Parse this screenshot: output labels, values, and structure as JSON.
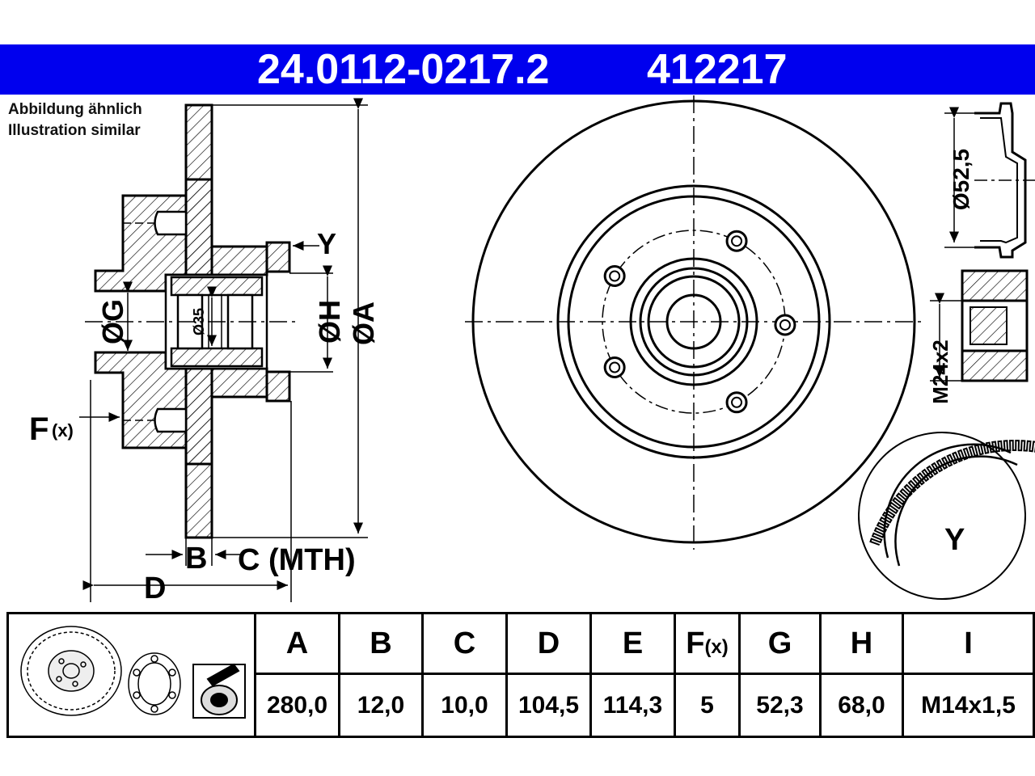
{
  "header": {
    "part_number": "24.0112-0217.2",
    "ref_number": "412217",
    "bg_color": "#0000ee"
  },
  "note": {
    "line1": "Abbildung ähnlich",
    "line2": "Illustration similar"
  },
  "drawing": {
    "labels": {
      "y_marker": "Y",
      "dia_h": "ØH",
      "dia_a": "ØA",
      "dia_g": "ØG",
      "dia_35": "Ø35",
      "f": "F",
      "f_sub": "(x)",
      "b": "B",
      "c_mth": "C (MTH)",
      "d": "D",
      "dia_cap": "Ø52,5",
      "nut_thread": "M24x2",
      "detail": "Y"
    }
  },
  "table": {
    "icons": [
      "brake-disc-icon",
      "wheel-bearing-icon",
      "abs-ring-icon"
    ],
    "columns": [
      {
        "key": "A",
        "label": "A",
        "sub": "",
        "value": "280,0"
      },
      {
        "key": "B",
        "label": "B",
        "sub": "",
        "value": "12,0"
      },
      {
        "key": "C",
        "label": "C",
        "sub": "",
        "value": "10,0"
      },
      {
        "key": "D",
        "label": "D",
        "sub": "",
        "value": "104,5"
      },
      {
        "key": "E",
        "label": "E",
        "sub": "",
        "value": "114,3"
      },
      {
        "key": "F",
        "label": "F",
        "sub": "(x)",
        "value": "5"
      },
      {
        "key": "G",
        "label": "G",
        "sub": "",
        "value": "52,3"
      },
      {
        "key": "H",
        "label": "H",
        "sub": "",
        "value": "68,0"
      },
      {
        "key": "I",
        "label": "I",
        "sub": "",
        "value": "M14x1,5"
      }
    ]
  }
}
